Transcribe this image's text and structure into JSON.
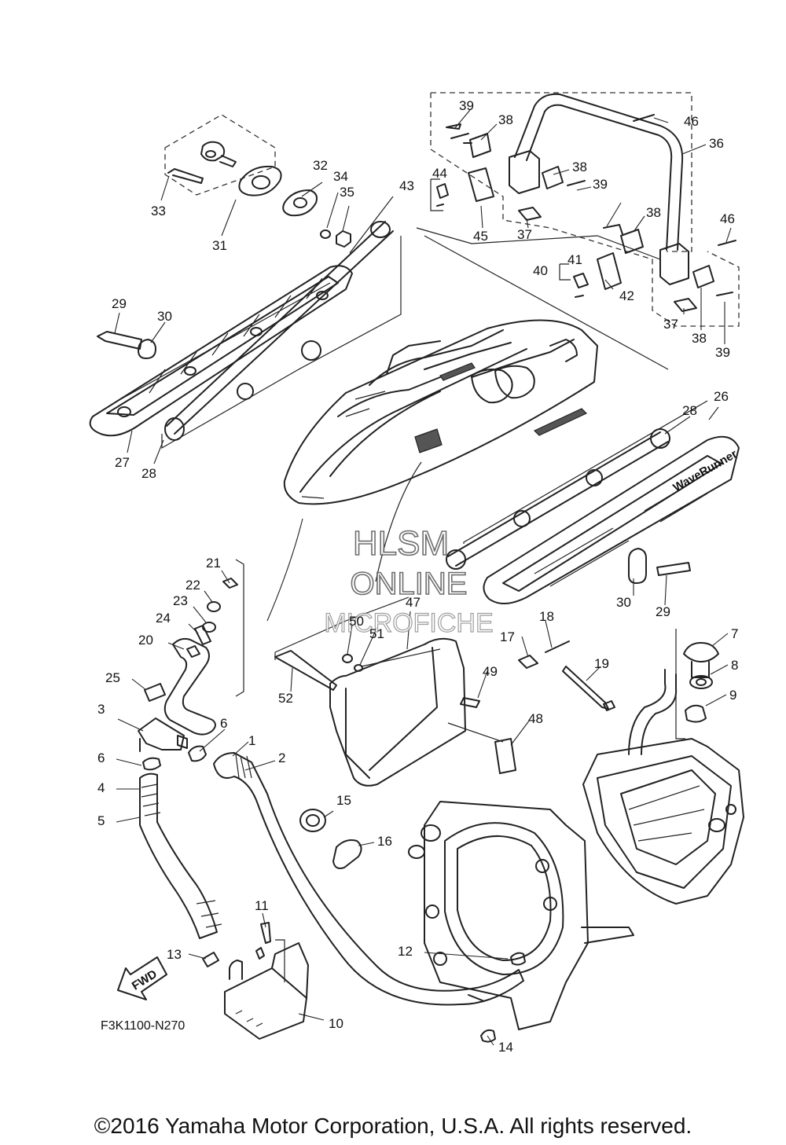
{
  "diagram": {
    "drawing_code": "F3K1100-N270",
    "fwd_label": "FWD",
    "copyright": "©2016 Yamaha Motor Corporation, U.S.A. All rights reserved.",
    "watermark": {
      "line1": "HLSM",
      "line2": "ONLINE",
      "line3": "MICROFICHE"
    },
    "hull_logo": "WaveRunner",
    "callouts": [
      "1",
      "2",
      "3",
      "4",
      "5",
      "6",
      "6",
      "7",
      "8",
      "9",
      "10",
      "11",
      "12",
      "13",
      "14",
      "15",
      "16",
      "17",
      "18",
      "19",
      "20",
      "21",
      "22",
      "23",
      "24",
      "25",
      "26",
      "27",
      "28",
      "28",
      "29",
      "29",
      "30",
      "30",
      "31",
      "32",
      "33",
      "34",
      "35",
      "36",
      "37",
      "37",
      "38",
      "38",
      "38",
      "38",
      "39",
      "39",
      "39",
      "40",
      "41",
      "42",
      "43",
      "44",
      "45",
      "46",
      "46",
      "47",
      "48",
      "49",
      "50",
      "51",
      "52"
    ]
  }
}
